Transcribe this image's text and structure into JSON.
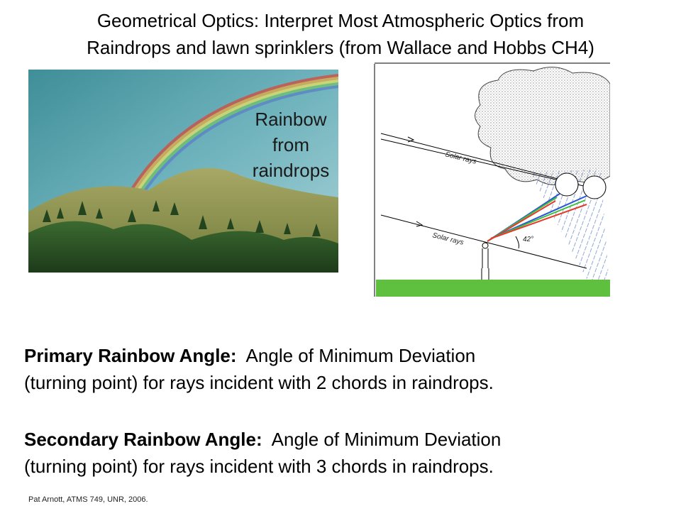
{
  "title": {
    "line1": "Geometrical Optics:  Interpret Most Atmospheric Optics from",
    "line2": "Raindrops and lawn sprinklers (from Wallace and Hobbs CH4)"
  },
  "photo": {
    "caption_line1": "Rainbow",
    "caption_line2": "from",
    "caption_line3": "raindrops"
  },
  "diagram": {
    "ray_label_upper": "Solar rays",
    "ray_label_lower": "Solar rays",
    "angle_label": "42°"
  },
  "paragraphs": [
    {
      "term": "Primary Rainbow Angle:",
      "line1_rest": "  Angle of Minimum Deviation",
      "line2": "(turning point) for rays incident with 2 chords in raindrops."
    },
    {
      "term": "Secondary Rainbow Angle:",
      "line1_rest": "  Angle of Minimum Deviation",
      "line2": "(turning point) for rays incident with 3 chords in raindrops."
    }
  ],
  "footer": "Pat Arnott, ATMS 749, UNR, 2006.",
  "colors": {
    "sky": "#5aa6b4",
    "hill": "#9a9a55",
    "forest": "#2f5a2a",
    "grass": "#5fbf3f",
    "rain": "#8fa8d8"
  }
}
